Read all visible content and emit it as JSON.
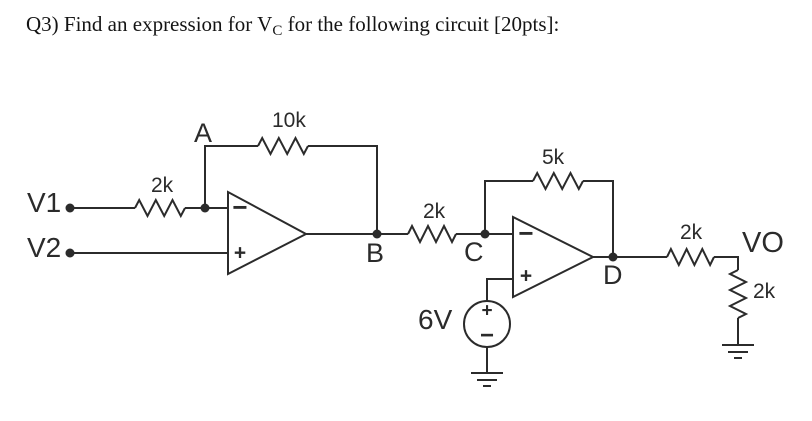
{
  "title": {
    "prefix": "Q3) Find an expression for V",
    "subscript": "C",
    "suffix": " for the following circuit [20pts]:"
  },
  "colors": {
    "ink": "#2b2b2b",
    "background": "#ffffff"
  },
  "circuit": {
    "inputs": {
      "v1": "V1",
      "v2": "V2"
    },
    "nodes": {
      "a": "A",
      "b": "B",
      "c": "C",
      "d": "D"
    },
    "output_label": "VO",
    "source": {
      "label": "6V",
      "plus": "+",
      "minus": "−"
    },
    "resistors": {
      "r1": "2k",
      "r2": "10k",
      "r3": "2k",
      "r4": "5k",
      "r5": "2k",
      "r6": "2k"
    },
    "opamp1": {
      "minus": "−",
      "plus": "+"
    },
    "opamp2": {
      "minus": "−",
      "plus": "+"
    }
  }
}
